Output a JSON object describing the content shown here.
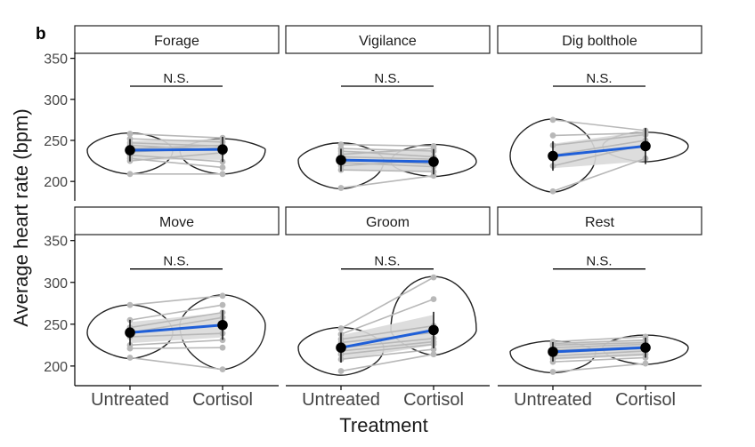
{
  "panel_letter": "b",
  "chart_data": {
    "type": "violin-paired",
    "xlabel": "Treatment",
    "ylabel": "Average heart rate (bpm)",
    "categories": [
      "Untreated",
      "Cortisol"
    ],
    "yticks": [
      200,
      250,
      300,
      350
    ],
    "ylim": [
      185,
      355
    ],
    "significance_label": "N.S.",
    "significance_level": 316,
    "grid": false,
    "colors": {
      "mean_line": "#1f5fd8",
      "mean_point": "#000000",
      "individual": "#b8b8b8",
      "ribbon": "#d9d9d9",
      "violin_outline": "#222222"
    },
    "facets": [
      {
        "title": "Forage",
        "means": [
          238,
          239
        ],
        "subjects": [
          [
            258,
            253
          ],
          [
            252,
            248
          ],
          [
            247,
            243
          ],
          [
            244,
            238
          ],
          [
            240,
            244
          ],
          [
            236,
            241
          ],
          [
            232,
            224
          ],
          [
            228,
            217
          ],
          [
            225,
            235
          ],
          [
            209,
            209
          ]
        ],
        "violin_range": [
          [
            209,
            259
          ],
          [
            209,
            252
          ]
        ]
      },
      {
        "title": "Vigilance",
        "means": [
          226,
          224
        ],
        "subjects": [
          [
            245,
            243
          ],
          [
            240,
            237
          ],
          [
            237,
            230
          ],
          [
            233,
            240
          ],
          [
            230,
            227
          ],
          [
            227,
            221
          ],
          [
            223,
            218
          ],
          [
            219,
            226
          ],
          [
            214,
            212
          ],
          [
            192,
            207
          ]
        ],
        "violin_range": [
          [
            191,
            247
          ],
          [
            206,
            245
          ]
        ]
      },
      {
        "title": "Dig bolthole",
        "means": [
          231,
          243
        ],
        "subjects": [
          [
            275,
            262
          ],
          [
            256,
            259
          ],
          [
            244,
            257
          ],
          [
            232,
            250
          ],
          [
            219,
            245
          ],
          [
            188,
            228
          ]
        ],
        "violin_range": [
          [
            187,
            276
          ],
          [
            224,
            260
          ]
        ]
      },
      {
        "title": "Move",
        "means": [
          240,
          249
        ],
        "subjects": [
          [
            273,
            284
          ],
          [
            255,
            273
          ],
          [
            246,
            264
          ],
          [
            240,
            258
          ],
          [
            235,
            239
          ],
          [
            225,
            231
          ],
          [
            221,
            222
          ],
          [
            210,
            196
          ]
        ],
        "violin_range": [
          [
            209,
            273
          ],
          [
            196,
            285
          ]
        ]
      },
      {
        "title": "Groom",
        "means": [
          222,
          243
        ],
        "subjects": [
          [
            245,
            306
          ],
          [
            238,
            280
          ],
          [
            232,
            248
          ],
          [
            228,
            240
          ],
          [
            222,
            233
          ],
          [
            218,
            229
          ],
          [
            214,
            226
          ],
          [
            208,
            220
          ],
          [
            194,
            214
          ]
        ],
        "violin_range": [
          [
            189,
            246
          ],
          [
            213,
            307
          ]
        ]
      },
      {
        "title": "Rest",
        "means": [
          217,
          222
        ],
        "subjects": [
          [
            229,
            235
          ],
          [
            227,
            231
          ],
          [
            225,
            228
          ],
          [
            222,
            226
          ],
          [
            219,
            223
          ],
          [
            216,
            221
          ],
          [
            212,
            218
          ],
          [
            209,
            214
          ],
          [
            205,
            210
          ],
          [
            193,
            203
          ]
        ],
        "violin_range": [
          [
            192,
            230
          ],
          [
            202,
            237
          ]
        ]
      }
    ]
  }
}
